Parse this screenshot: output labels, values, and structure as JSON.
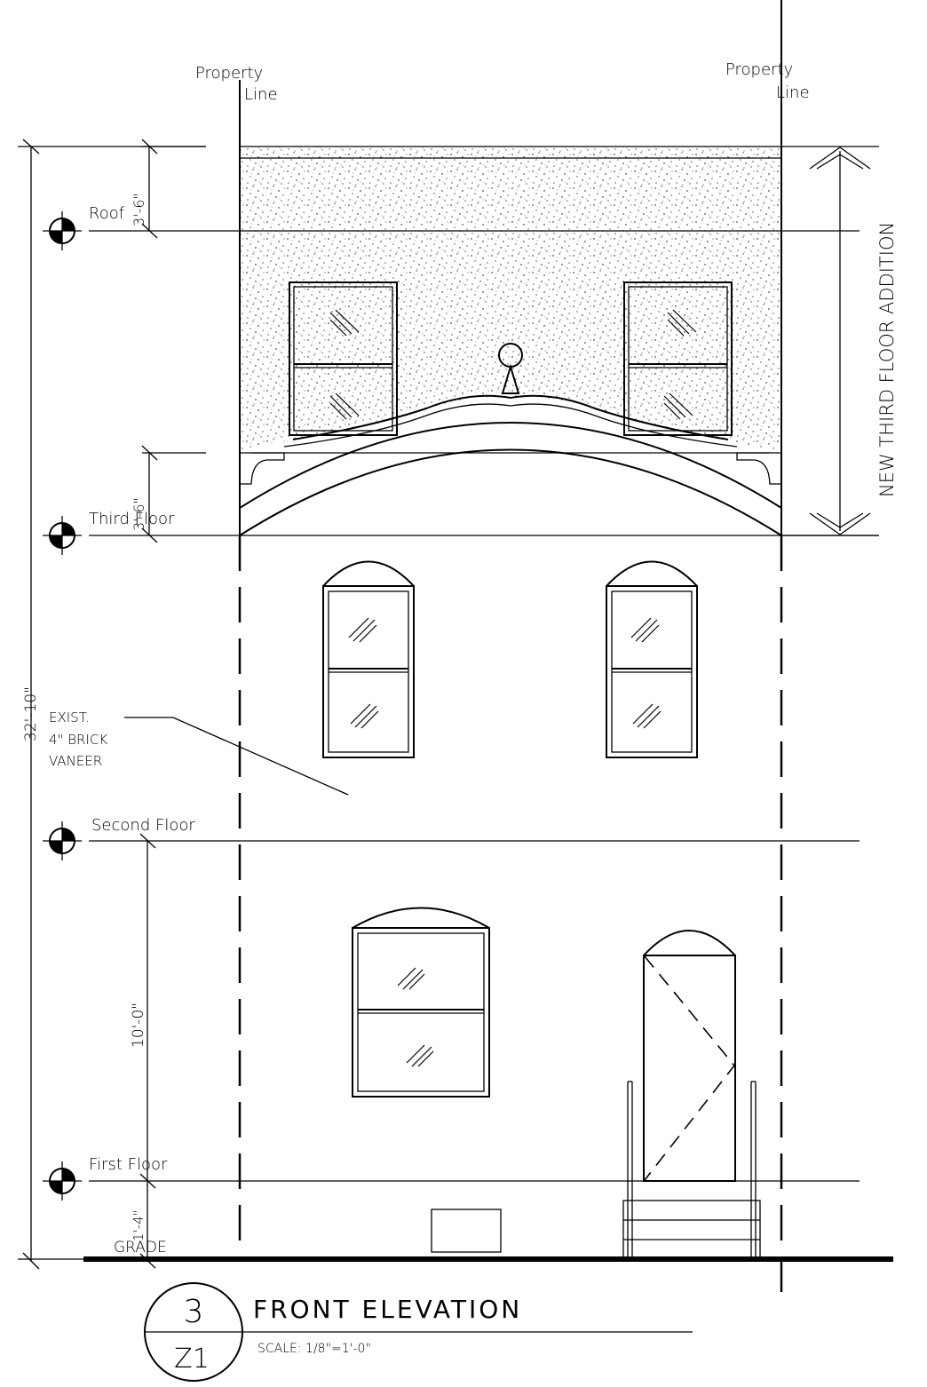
{
  "sheet": {
    "labels": {
      "property_line_left": [
        "Property",
        "Line"
      ],
      "property_line_right": [
        "Property",
        "Line"
      ],
      "addition_note": "NEW THIRD FLOOR ADDITION",
      "material_note": [
        "EXIST.",
        "4\" BRICK",
        "VANEER"
      ],
      "grade": "GRADE"
    },
    "levels": [
      {
        "name": "Roof"
      },
      {
        "name": "Third Floor"
      },
      {
        "name": "Second Floor"
      },
      {
        "name": "First Floor"
      }
    ],
    "dimensions": {
      "overall": "32'-10\"",
      "parapet": "3'-6\"",
      "third_floor_base": "3'-6\"",
      "first_to_second": "10'-0\"",
      "grade_to_first": "1'-4\""
    },
    "title_block": {
      "detail_number": "3",
      "sheet_number": "Z1",
      "title": "FRONT ELEVATION",
      "scale": "SCALE: 1/8\"=1'-0\""
    }
  }
}
